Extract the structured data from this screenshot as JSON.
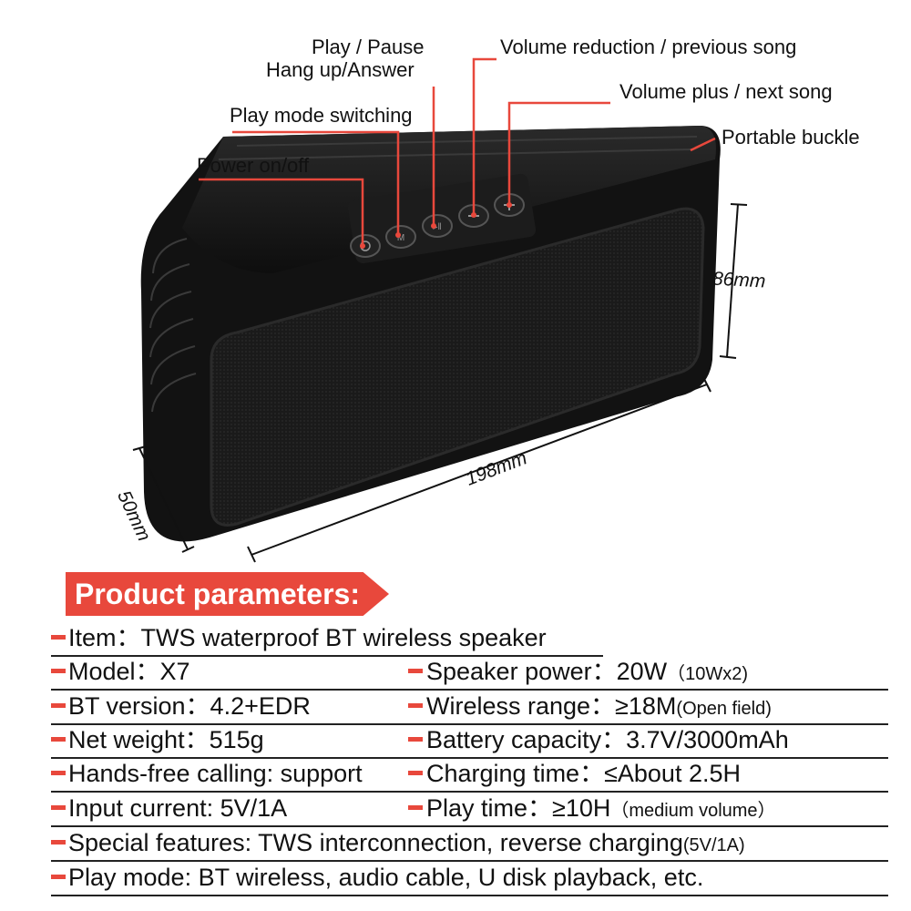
{
  "callouts": {
    "play_pause": "Play / Pause",
    "hang_up": "Hang up/Answer",
    "play_mode": "Play mode switching",
    "power": "Power on/off",
    "vol_down": "Volume reduction / previous song",
    "vol_up": "Volume plus / next song",
    "buckle": "Portable buckle"
  },
  "dimensions": {
    "height": "86mm",
    "length": "198mm",
    "depth": "50mm"
  },
  "params": {
    "title": "Product parameters:",
    "rows": [
      {
        "left": "Item：TWS waterproof BT wireless speaker"
      },
      {
        "left": "Model：X7",
        "right": "Speaker power：20W",
        "right_note": "（10Wx2)"
      },
      {
        "left": "BT version：4.2+EDR",
        "right": "Wireless range：≥18M",
        "right_note": "(Open field)"
      },
      {
        "left": "Net weight：515g",
        "right": "Battery capacity：3.7V/3000mAh"
      },
      {
        "left": "Hands-free calling: support",
        "right": "Charging time：≤About 2.5H"
      },
      {
        "left": "Input current: 5V/1A",
        "right": "Play time：≥10H",
        "right_note": "（medium volume）"
      },
      {
        "left": "Special features: TWS  interconnection, reverse charging",
        "left_note": "(5V/1A)"
      },
      {
        "left": "Play mode: BT wireless, audio cable, U disk playback, etc."
      }
    ]
  },
  "colors": {
    "accent": "#e8483c",
    "speaker_body": "#141414",
    "grille": "#1c1c1c"
  }
}
